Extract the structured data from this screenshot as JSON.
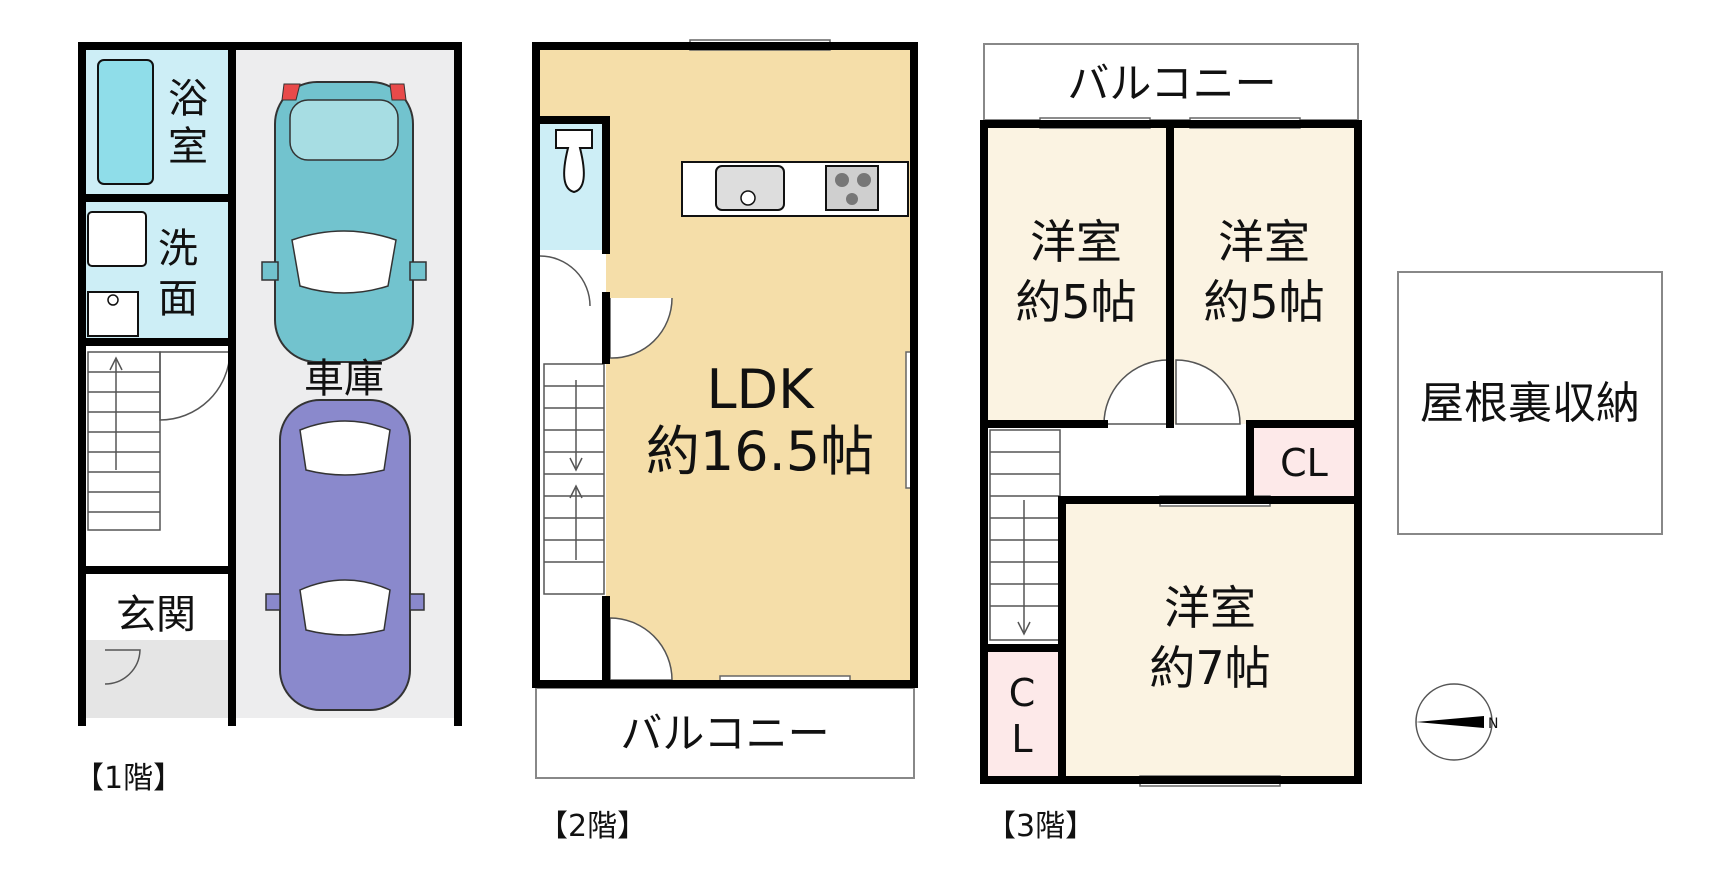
{
  "floors": {
    "f1": {
      "caption": "【1階】",
      "rooms": {
        "bath": "浴室",
        "washroom": "洗面",
        "garage": "車庫",
        "entrance": "玄関"
      }
    },
    "f2": {
      "caption": "【2階】",
      "rooms": {
        "ldk": "LDK",
        "ldk_size": "約16.5帖",
        "balcony": "バルコニー"
      }
    },
    "f3": {
      "caption": "【3階】",
      "rooms": {
        "balcony": "バルコニー",
        "western_a": "洋室",
        "western_a_size": "約5帖",
        "western_b": "洋室",
        "western_b_size": "約5帖",
        "closet_a": "CL",
        "western_c": "洋室",
        "western_c_size": "約7帖",
        "closet_b_top": "C",
        "closet_b_bottom": "L"
      }
    },
    "attic": {
      "label": "屋根裏収納"
    }
  },
  "compass": {
    "north_label": "N"
  },
  "colors": {
    "wall": "#000000",
    "bath": "#cdeef6",
    "tub": "#8fdde9",
    "garage": "#ededee",
    "ldk": "#f5dea9",
    "room": "#fbf3e2",
    "closet": "#fde9e9",
    "car_teal": "#72c3ce",
    "car_purple": "#8a89cc"
  }
}
